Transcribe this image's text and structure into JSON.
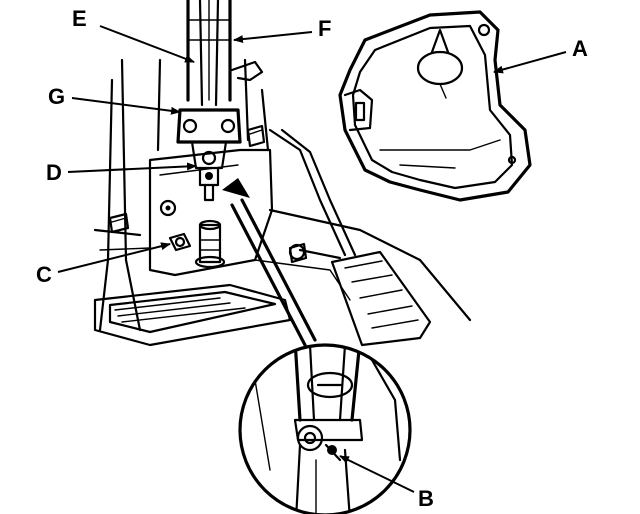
{
  "diagram": {
    "callouts": {
      "A": "A",
      "B": "B",
      "C": "C",
      "D": "D",
      "E": "E",
      "F": "F",
      "G": "G"
    },
    "colors": {
      "ink": "#000000",
      "paper": "#ffffff"
    }
  }
}
